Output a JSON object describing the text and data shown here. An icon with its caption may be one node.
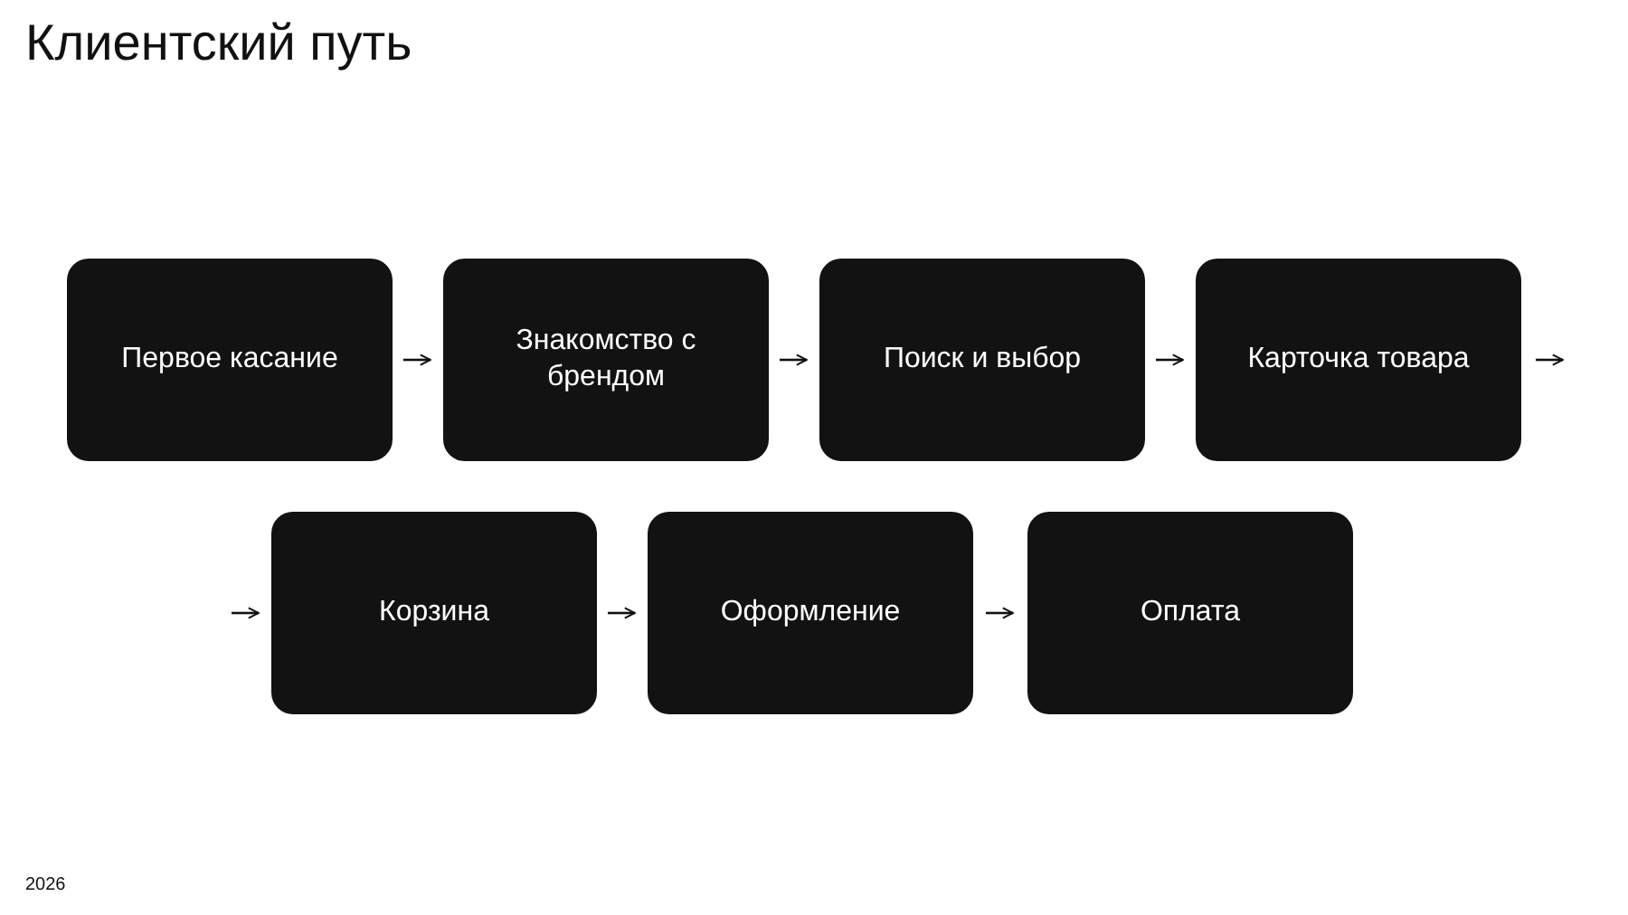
{
  "diagram": {
    "title": "Клиентский путь",
    "nodes": [
      {
        "text": [
          "Первое касание"
        ]
      },
      {
        "text": [
          "Знакомство с брендом"
        ]
      },
      {
        "text": [
          "Поиск и выбор"
        ]
      },
      {
        "text": [
          "Карточка товара"
        ]
      },
      {
        "text": [
          "Корзина"
        ]
      },
      {
        "text": [
          "Оформление"
        ]
      },
      {
        "text": [
          "Оплата"
        ]
      }
    ],
    "edges": [
      {
        "from": 0,
        "to": 1,
        "arrow": "to"
      },
      {
        "from": 1,
        "to": 2,
        "arrow": "to"
      },
      {
        "from": 2,
        "to": 3,
        "arrow": "to"
      },
      {
        "from": 3,
        "to": null,
        "arrow": "to"
      },
      {
        "from": null,
        "to": 4,
        "arrow": "to"
      },
      {
        "from": 4,
        "to": 5,
        "arrow": "to"
      },
      {
        "from": 5,
        "to": 6,
        "arrow": "to"
      }
    ],
    "labels": [
      "2026"
    ]
  }
}
